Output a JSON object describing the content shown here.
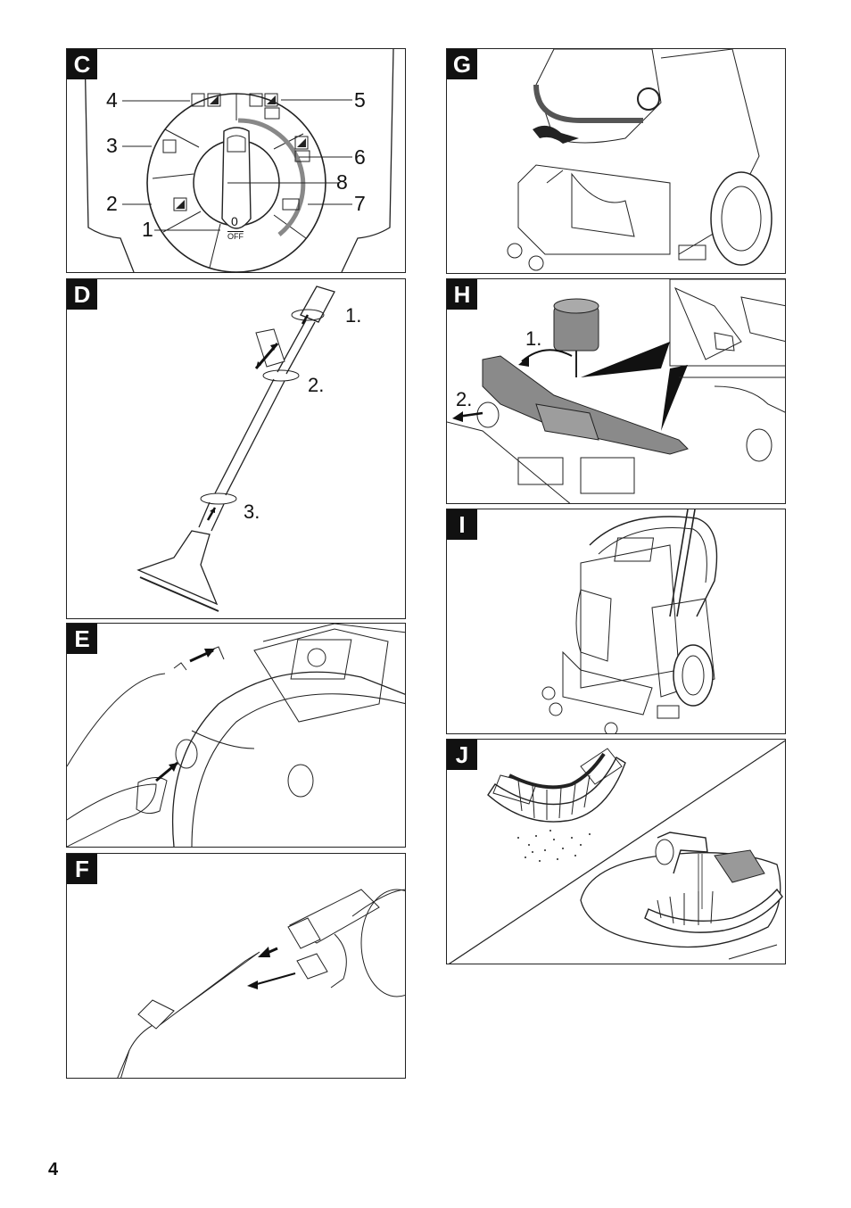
{
  "page_number": "4",
  "panels": {
    "c": {
      "badge": "C",
      "dial_labels": [
        "1",
        "2",
        "3",
        "4",
        "5",
        "6",
        "7",
        "8"
      ],
      "zero_label": "0",
      "off_label": "OFF"
    },
    "d": {
      "badge": "D",
      "steps": [
        "1.",
        "2.",
        "3."
      ]
    },
    "e": {
      "badge": "E"
    },
    "f": {
      "badge": "F"
    },
    "g": {
      "badge": "G"
    },
    "h": {
      "badge": "H",
      "steps": [
        "1.",
        "2."
      ]
    },
    "i": {
      "badge": "I"
    },
    "j": {
      "badge": "J"
    }
  }
}
